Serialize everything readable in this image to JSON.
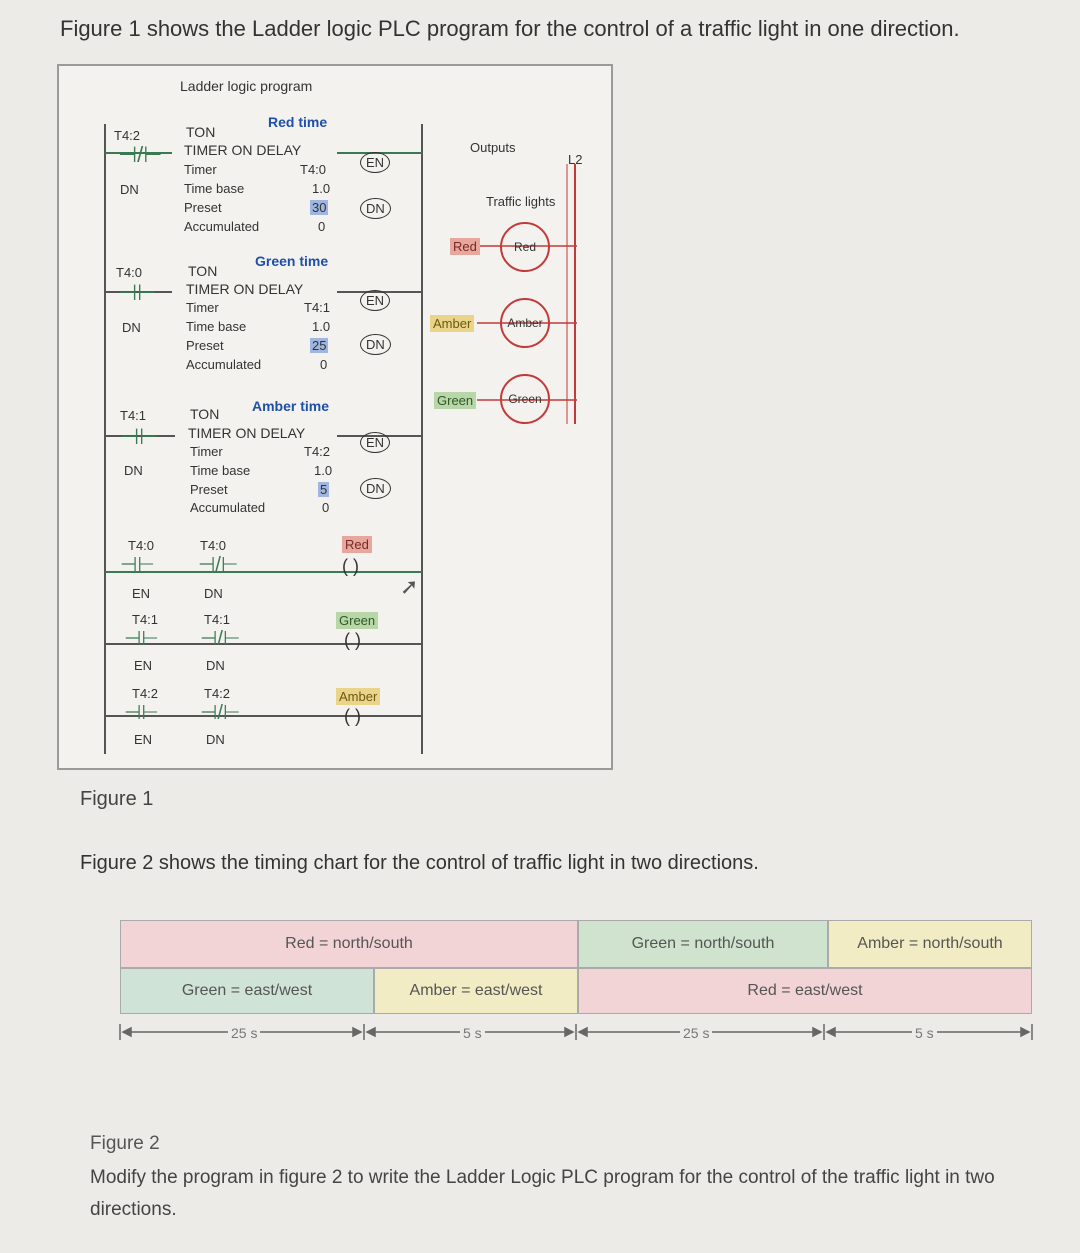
{
  "heading": "Figure 1 shows the Ladder logic PLC program for the control of a traffic light in one direction.",
  "ladder": {
    "title": "Ladder logic program",
    "rungs": [
      {
        "contact": "T4:2",
        "contact_sub": "DN",
        "block_title": "Red time",
        "ton": "TON",
        "desc": "TIMER ON DELAY",
        "timer_lbl": "Timer",
        "timer": "T4:0",
        "tb_lbl": "Time base",
        "tb": "1.0",
        "preset_lbl": "Preset",
        "preset": "30",
        "acc_lbl": "Accumulated",
        "acc": "0",
        "en": "EN",
        "dn": "DN"
      },
      {
        "contact": "T4:0",
        "contact_sub": "DN",
        "block_title": "Green time",
        "ton": "TON",
        "desc": "TIMER ON DELAY",
        "timer_lbl": "Timer",
        "timer": "T4:1",
        "tb_lbl": "Time base",
        "tb": "1.0",
        "preset_lbl": "Preset",
        "preset": "25",
        "acc_lbl": "Accumulated",
        "acc": "0",
        "en": "EN",
        "dn": "DN"
      },
      {
        "contact": "T4:1",
        "contact_sub": "DN",
        "block_title": "Amber time",
        "ton": "TON",
        "desc": "TIMER ON DELAY",
        "timer_lbl": "Timer",
        "timer": "T4:2",
        "tb_lbl": "Time base",
        "tb": "1.0",
        "preset_lbl": "Preset",
        "preset": "5",
        "acc_lbl": "Accumulated",
        "acc": "0",
        "en": "EN",
        "dn": "DN"
      }
    ],
    "output_rungs": [
      {
        "c1": "T4:0",
        "c1_sub": "EN",
        "c2": "T4:0",
        "c2_sub": "DN",
        "coil": "Red"
      },
      {
        "c1": "T4:1",
        "c1_sub": "EN",
        "c2": "T4:1",
        "c2_sub": "DN",
        "coil": "Green"
      },
      {
        "c1": "T4:2",
        "c1_sub": "EN",
        "c2": "T4:2",
        "c2_sub": "DN",
        "coil": "Amber"
      }
    ],
    "outputs": {
      "title": "Outputs",
      "rail": "L2",
      "sub": "Traffic lights",
      "lights": [
        {
          "label": "Red",
          "lamp": "Red"
        },
        {
          "label": "Amber",
          "lamp": "Amber"
        },
        {
          "label": "Green",
          "lamp": "Green"
        }
      ]
    }
  },
  "fig1_caption": "Figure 1",
  "fig2_heading": "Figure 2 shows the timing chart for the control of traffic light in two directions.",
  "timing": {
    "row1": [
      {
        "label": "Red = north/south",
        "color": "#f2d3d6"
      },
      {
        "label": "Green = north/south",
        "color": "#cfe3cf"
      },
      {
        "label": "Amber = north/south",
        "color": "#f1ecc4"
      }
    ],
    "row2": [
      {
        "label": "Green = east/west",
        "color": "#cfe3d6"
      },
      {
        "label": "Amber = east/west",
        "color": "#f1ecc4"
      },
      {
        "label": "Red = east/west",
        "color": "#f2d3d6"
      }
    ],
    "durations": [
      "25 s",
      "5 s",
      "25 s",
      "5 s"
    ]
  },
  "fig2_caption": "Figure 2",
  "instruction": "Modify the program in figure 2 to write the Ladder Logic PLC program for the control of the traffic light in two directions."
}
